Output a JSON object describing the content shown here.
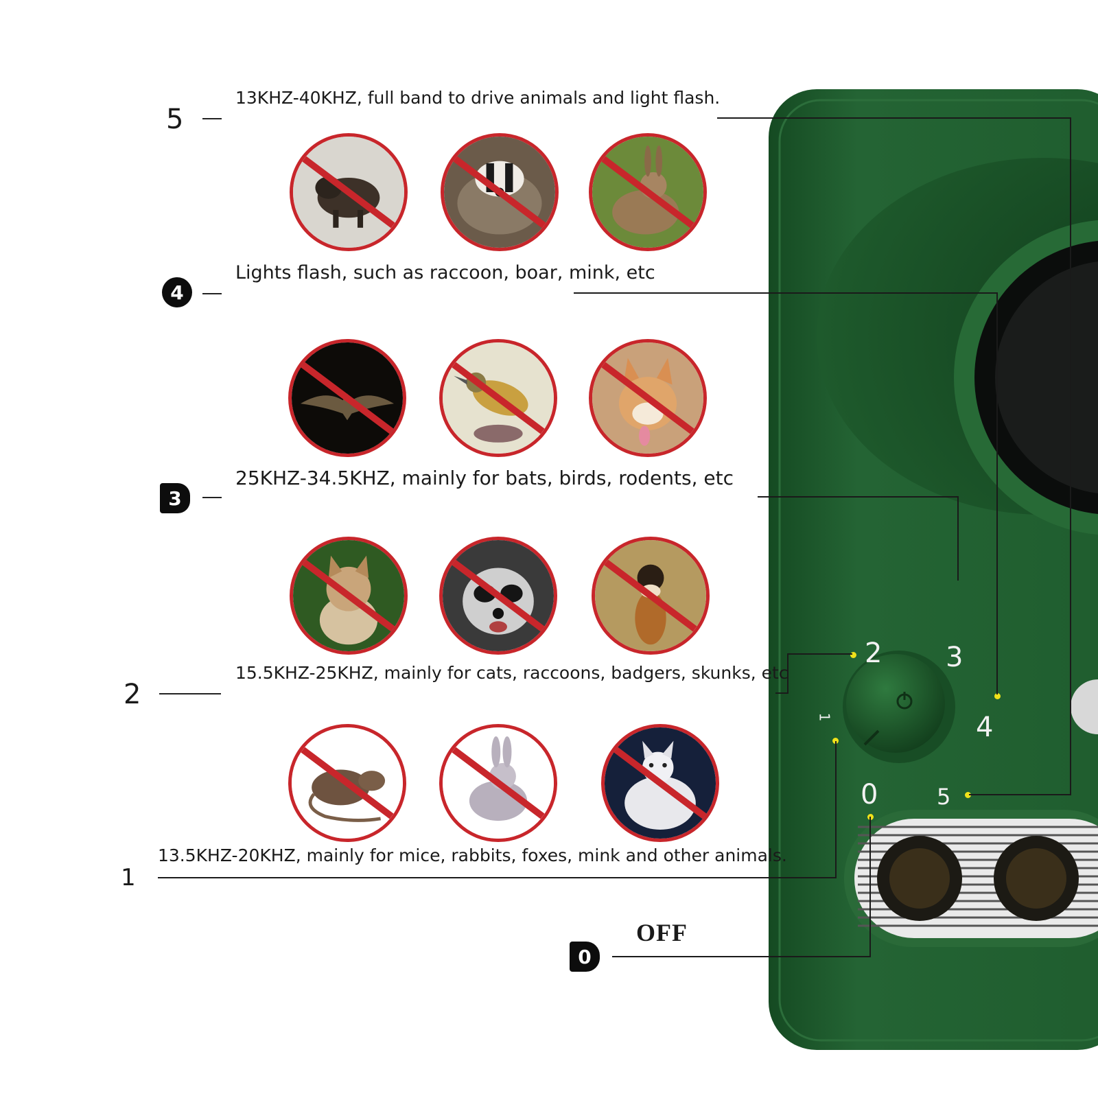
{
  "modes": {
    "m5": {
      "number": "5",
      "text": "13KHZ-40KHZ, full band to drive animals and light flash."
    },
    "m4": {
      "number": "4",
      "text": "Lights flash, such as raccoon, boar, mink, etc"
    },
    "m3": {
      "number": "3",
      "text": "25KHZ-34.5KHZ, mainly for bats, birds, rodents, etc"
    },
    "m2": {
      "number": "2",
      "text": "15.5KHZ-25KHZ, mainly for cats, raccoons, badgers, skunks, etc"
    },
    "m1": {
      "number": "1",
      "text": "13.5KHZ-20KHZ, mainly for mice, rabbits, foxes, mink and other animals."
    },
    "m0": {
      "number": "0",
      "text": "OFF"
    }
  },
  "animals": {
    "row_top": [
      "boar-icon",
      "badger-icon",
      "rabbit-icon"
    ],
    "row_mid": [
      "bat-icon",
      "bird-icon",
      "dog-icon"
    ],
    "row_low": [
      "cat-icon",
      "raccoon-icon",
      "weasel-icon"
    ],
    "row_bottom": [
      "rat-icon",
      "bunny-icon",
      "fox-icon"
    ]
  },
  "dial": {
    "labels": [
      "0",
      "1",
      "2",
      "3",
      "4",
      "5"
    ]
  },
  "colors": {
    "device_green": "#1e5a2c",
    "prohibition_red": "#c8262b",
    "marker_yellow": "#f0e11a"
  }
}
